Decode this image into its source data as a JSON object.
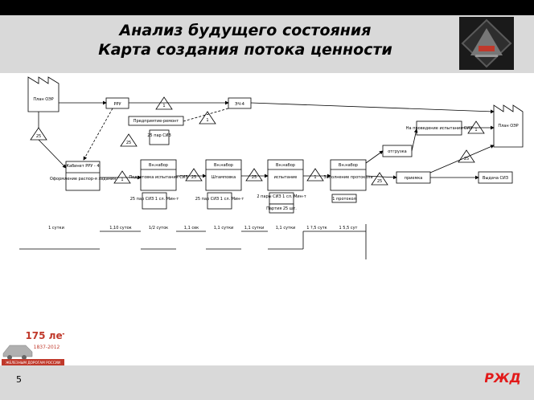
{
  "slide": {
    "title_line1": "Анализ будущего состояния",
    "title_line2": "Карта создания потока ценности",
    "page_number": "5"
  },
  "diagram": {
    "plan_left": "План ОЭР",
    "plan_right": "План ОЭР",
    "rru": "РРУ",
    "ens": "ЭЧ-4",
    "triangle_1": "1",
    "triangle_2": "1",
    "triangle_25a": "25",
    "triangle_25b": "25",
    "triangle_25c": "25",
    "triangle_25d": "25",
    "triangle_25e": "25",
    "triangle_1b": "1",
    "triangle_1c": "1",
    "triangle_1d": "1",
    "enterprise_order": "Предприятие-ремонт",
    "cabinet_top": "Кабинет РРУ - 4",
    "cabinet_bottom": "Оформление распор-я задания",
    "box1_top": "Вн.набор",
    "box1_bottom": "Подготовка испытания СИЗ",
    "box2_top": "Вн.набор",
    "box2_bottom": "Штамповка",
    "box3_top": "Вн.набор",
    "box3_bottom": "испытание",
    "box4_top": "Вн.набор",
    "box4_bottom": "Заполнение протокола",
    "stock1": "25 пар СИЗ",
    "stock2": "25 пар СИЗ 1 сл. Мин-т",
    "stock3": "25 пар СИЗ 1 сл. Мин-т",
    "stock4": "2 пары СИЗ 1 сл. Мин-т",
    "stock5": "Партия 25 шт.",
    "protocol": "1 протокол",
    "otgruzka": "отгрузка",
    "na_provedenie": "На проведение испытания СИЗ",
    "vydacha": "Выдача СИЗ",
    "priemka": "приемка",
    "timeline": [
      "1 сутки",
      "1,10 суток",
      "1/2 суток",
      "1,1 сек",
      "1,1 сутки",
      "1,1 сутки",
      "1,1 сутки",
      "1 ?,5 сутк",
      "1 5,5 сут"
    ]
  },
  "colors": {
    "header_bg": "#d9d9d9",
    "footer_bg": "#d9d9d9",
    "rzd_red": "#e21a1a",
    "emblem_red": "#c0392b"
  },
  "logos": {
    "anniversary_text": "175 лет",
    "anniversary_years": "1837-2012",
    "anniversary_banner": "ЖЕЛЕЗНЫМ ДОРОГАМ РОССИИ",
    "rzd_logo": "РЖД"
  }
}
